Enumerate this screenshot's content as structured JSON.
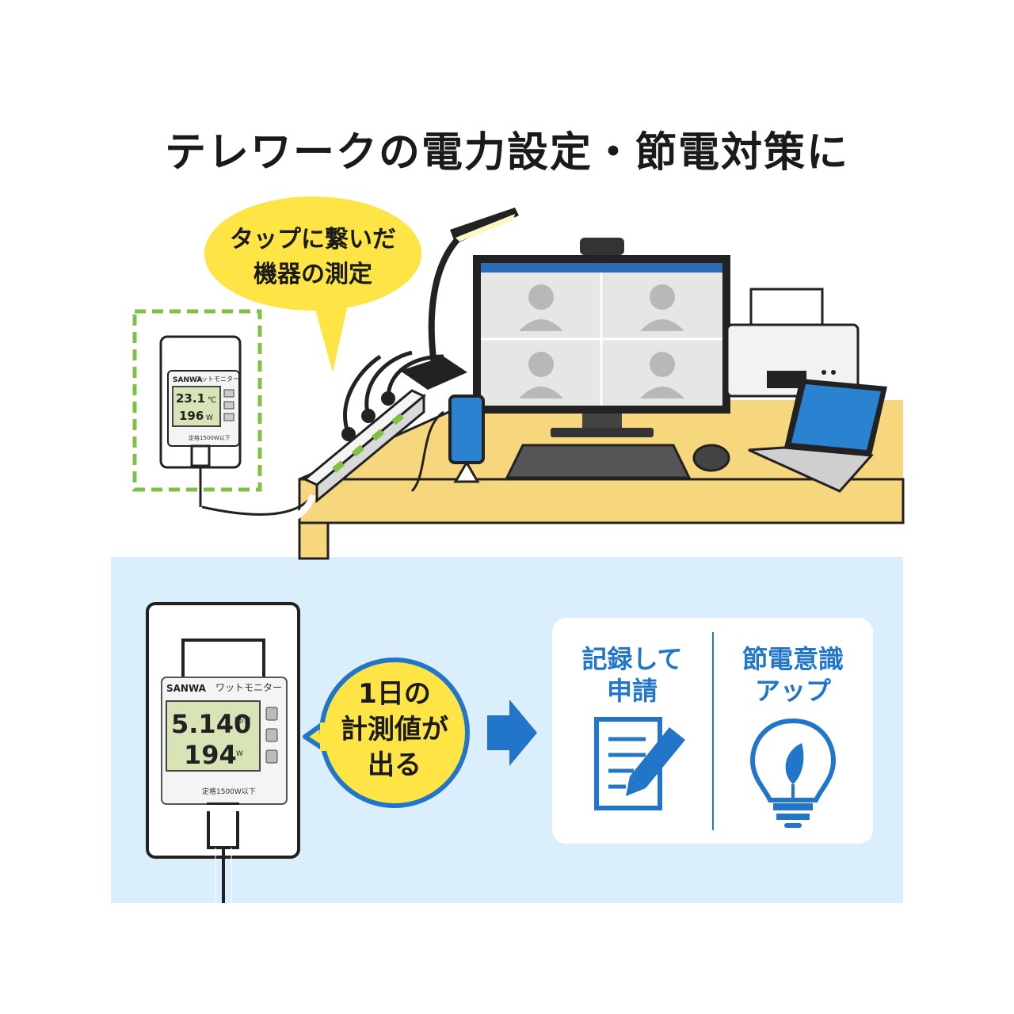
{
  "title": "テレワークの電力設定・節電対策に",
  "callout_top": {
    "line1": "タップに繋いだ",
    "line2": "機器の測定"
  },
  "callout_bottom": {
    "line1": "1日の",
    "line2": "計測値が",
    "line3": "出る"
  },
  "benefits": [
    {
      "line1": "記録して",
      "line2": "申請",
      "icon": "document-pen-icon"
    },
    {
      "line1": "節電意識",
      "line2": "アップ",
      "icon": "lightbulb-leaf-icon"
    }
  ],
  "monitor_small": {
    "brand": "SANWA",
    "name": "ワットモニター",
    "readout1": "23.1",
    "readout1_unit": "℃",
    "readout2": "196",
    "readout2_unit": "W",
    "label": "定格1500W以下"
  },
  "monitor_large": {
    "brand": "SANWA",
    "name": "ワットモニター",
    "readout1": "5.140",
    "readout1_unit": "円/日",
    "readout2": "194",
    "readout2_unit": "W",
    "label": "定格1500W以下"
  },
  "colors": {
    "desk": "#f7d77e",
    "panel": "#dbeefb",
    "accent_blue": "#2176c9",
    "callout_yellow": "#ffe445",
    "lcd": "#d8e4b6",
    "dashed_green": "#7dc242"
  }
}
